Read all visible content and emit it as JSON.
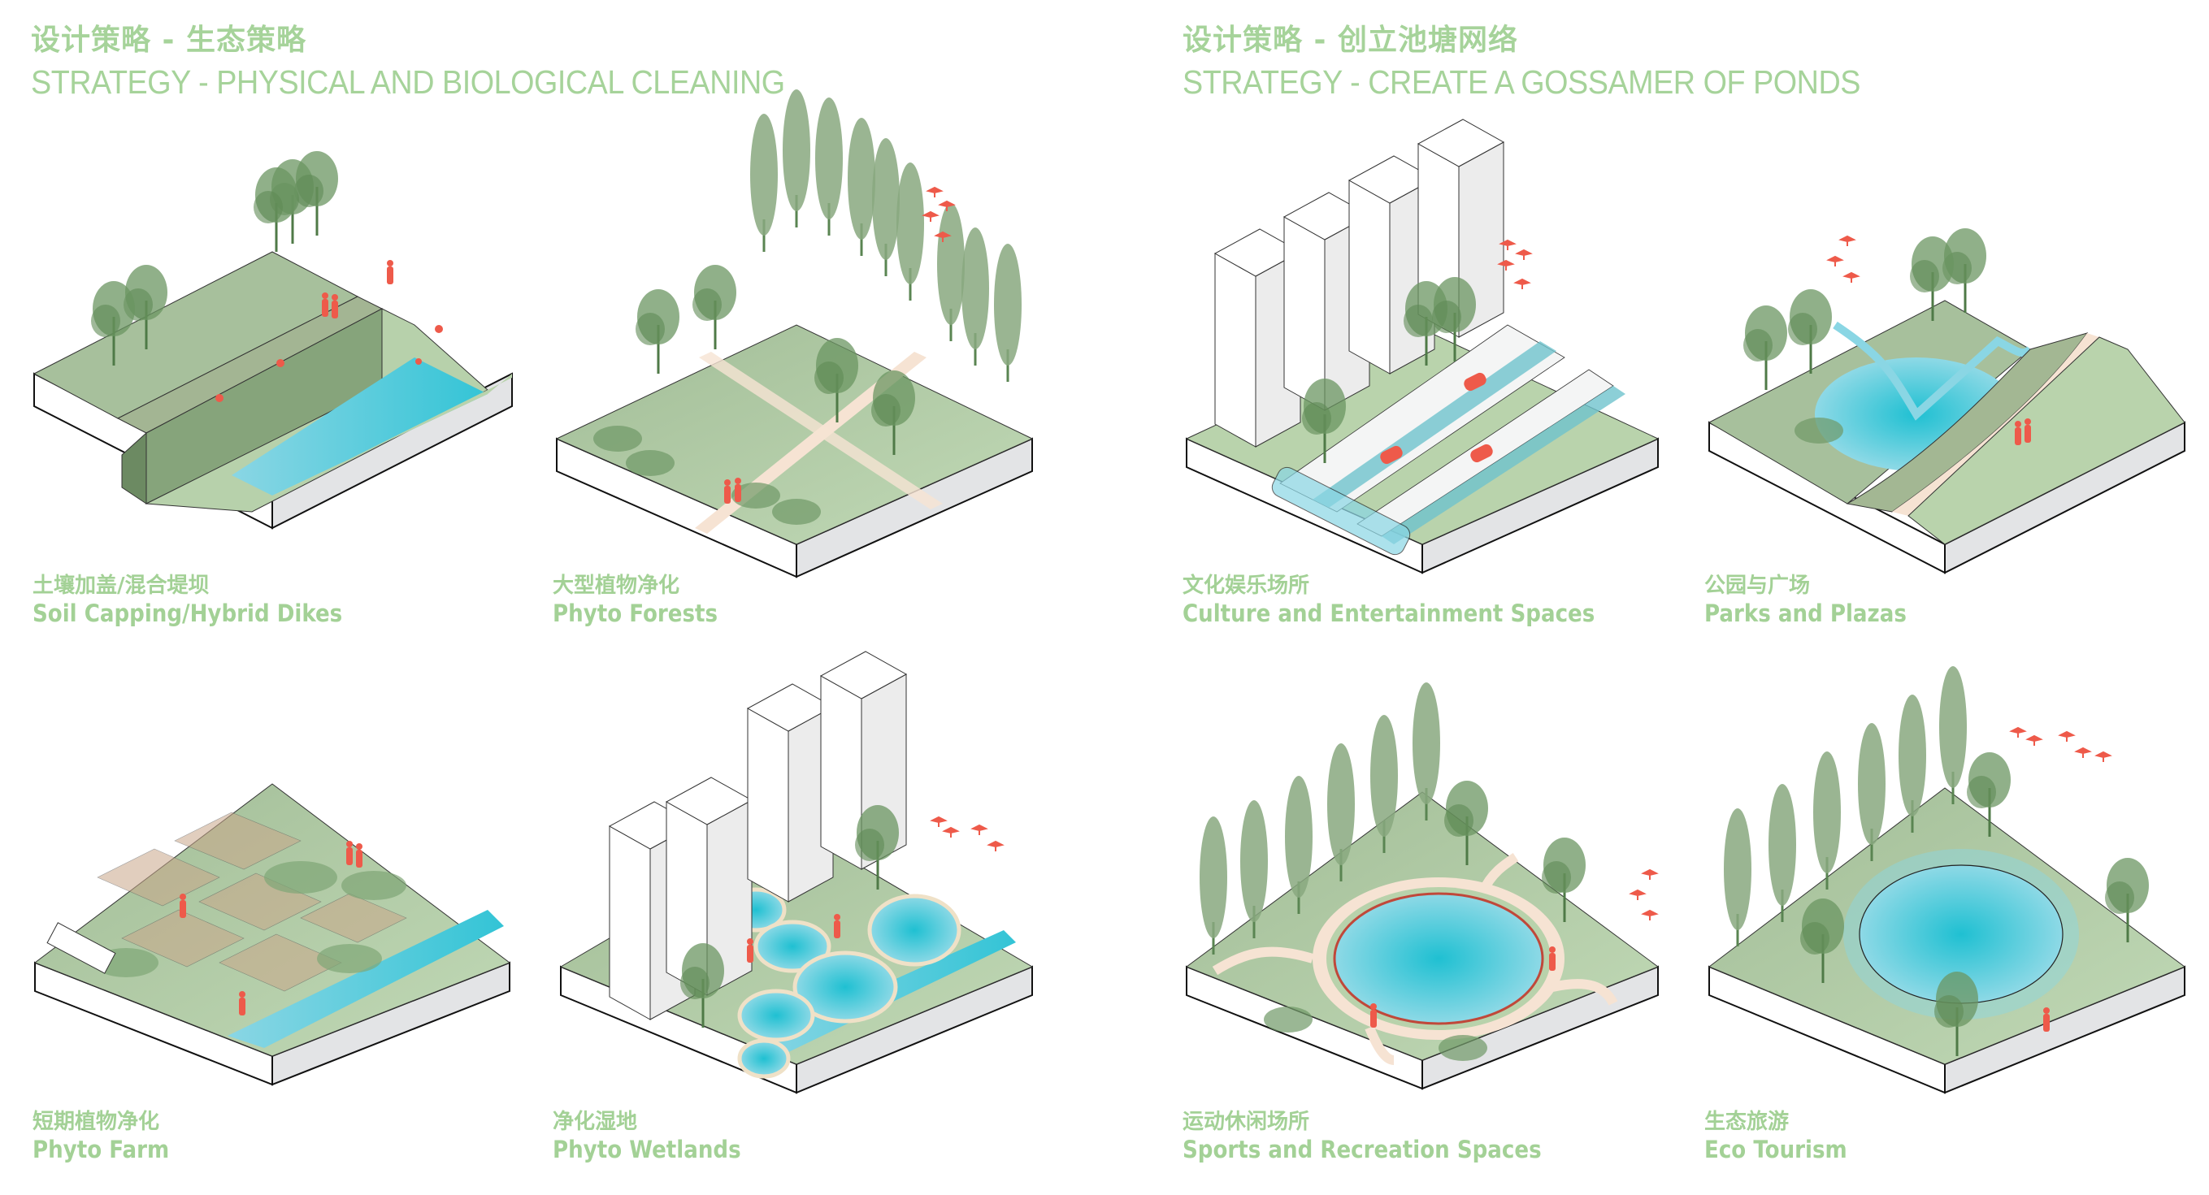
{
  "sections": [
    {
      "title_cn": "设计策略 - 生态策略",
      "title_en": "STRATEGY - PHYSICAL AND BIOLOGICAL CLEANING",
      "items": [
        {
          "label_cn": "土壤加盖/混合堤坝",
          "label_en": "Soil Capping/Hybrid Dikes",
          "illustration": "dike-with-river"
        },
        {
          "label_cn": "大型植物净化",
          "label_en": "Phyto Forests",
          "illustration": "forest-with-paths"
        },
        {
          "label_cn": "短期植物净化",
          "label_en": "Phyto Farm",
          "illustration": "crop-plots-with-river"
        },
        {
          "label_cn": "净化湿地",
          "label_en": "Phyto Wetlands",
          "illustration": "circular-wetland-cells-with-towers"
        }
      ]
    },
    {
      "title_cn": "设计策略 - 创立池塘网络",
      "title_en": "STRATEGY - CREATE A GOSSAMER OF PONDS",
      "items": [
        {
          "label_cn": "文化娱乐场所",
          "label_en": "Culture and Entertainment Spaces",
          "illustration": "towers-road-with-culvert"
        },
        {
          "label_cn": "公园与广场",
          "label_en": "Parks and Plazas",
          "illustration": "pond-with-embankment-path"
        },
        {
          "label_cn": "运动休闲场所",
          "label_en": "Sports and Recreation Spaces",
          "illustration": "circular-pond-with-loop-path"
        },
        {
          "label_cn": "生态旅游",
          "label_en": "Eco Tourism",
          "illustration": "natural-pond-with-wildlife"
        }
      ]
    }
  ],
  "colors": {
    "title_green": "#a6d39a",
    "ground_green": "#b9d3ac",
    "ground_dark": "#94b38b",
    "tree_green": "#5f8a55",
    "water_blue": "#6fd0e0",
    "water_deep": "#26c1d3",
    "accent_red": "#ee5a4a",
    "path_cream": "#f6e3d3",
    "slab_side": "#e3e4e6"
  }
}
